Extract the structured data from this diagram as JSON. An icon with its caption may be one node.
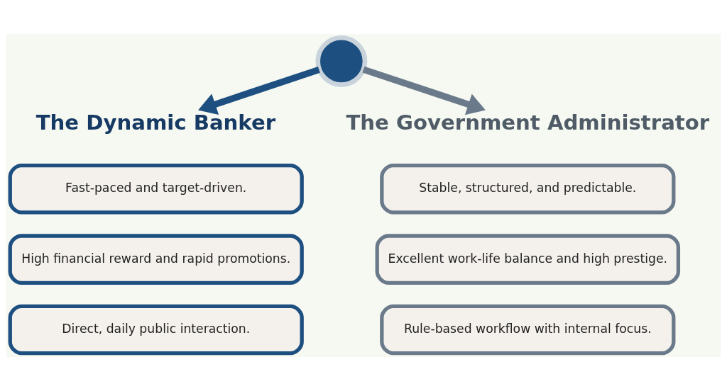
{
  "diagram": {
    "nodes": [
      {
        "text": [],
        "shape": "circle"
      },
      {
        "text": [
          "The Dynamic Banker"
        ]
      },
      {
        "text": [
          "The Government Administrator"
        ]
      },
      {
        "text": [
          "Fast-paced and target-driven."
        ]
      },
      {
        "text": [
          "High financial reward and rapid promotions."
        ]
      },
      {
        "text": [
          "Direct, daily public interaction."
        ]
      },
      {
        "text": [
          "Stable, structured, and predictable."
        ]
      },
      {
        "text": [
          "Excellent work-life balance and high prestige."
        ]
      },
      {
        "text": [
          "Rule-based workflow with internal focus."
        ]
      }
    ],
    "edges": [
      {
        "from": 0,
        "to": 1,
        "arrow": "to",
        "color": "#1d4f80"
      },
      {
        "from": 0,
        "to": 2,
        "arrow": "to",
        "color": "#6a7a8a"
      }
    ]
  }
}
